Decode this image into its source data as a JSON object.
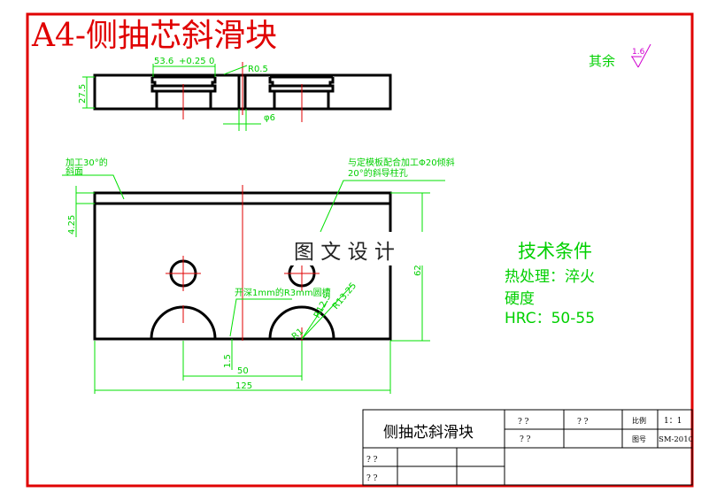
{
  "title": "A4-侧抽芯斜滑块",
  "roughness": {
    "label": "其余",
    "value": "1.6"
  },
  "top_view": {
    "dim_width": "53.6",
    "dim_tol_upper": "+0.25",
    "dim_tol_lower": "0",
    "dim_radius": "R0.5",
    "dim_height": "27.5",
    "dim_slot": "φ6"
  },
  "front_view": {
    "note_left_1": "加工30°的",
    "note_left_2": "斜面",
    "note_right_1": "与定模板配合加工Φ20倾斜",
    "note_right_2": "20°的斜导柱孔",
    "note_groove": "开深1mm的R3mm圆槽",
    "dim_425": "4.25",
    "dim_62": "62",
    "dim_15": "1.5",
    "dim_50": "50",
    "dim_125": "125",
    "dim_r125": "R12.5",
    "dim_r1325": "R13.25",
    "dim_r1": "R1"
  },
  "watermark": "图 文 设 计",
  "tech": {
    "heading": "技术条件",
    "line1": "热处理：淬火",
    "line2": "硬度",
    "line3": "HRC：50-55"
  },
  "title_block": {
    "part_name": "侧抽芯斜滑块",
    "q1": "? ?",
    "q2": "? ?",
    "q3": "? ?",
    "q4": "? ?",
    "q5": "? ?",
    "scale_label": "比例",
    "scale_value": "1：1",
    "drawing_no_label": "图号",
    "drawing_no_value": "SM-2010"
  },
  "colors": {
    "border": "#e00000",
    "dimension": "#00e000",
    "centerline": "#e00000",
    "roughness": "#d000d0"
  }
}
